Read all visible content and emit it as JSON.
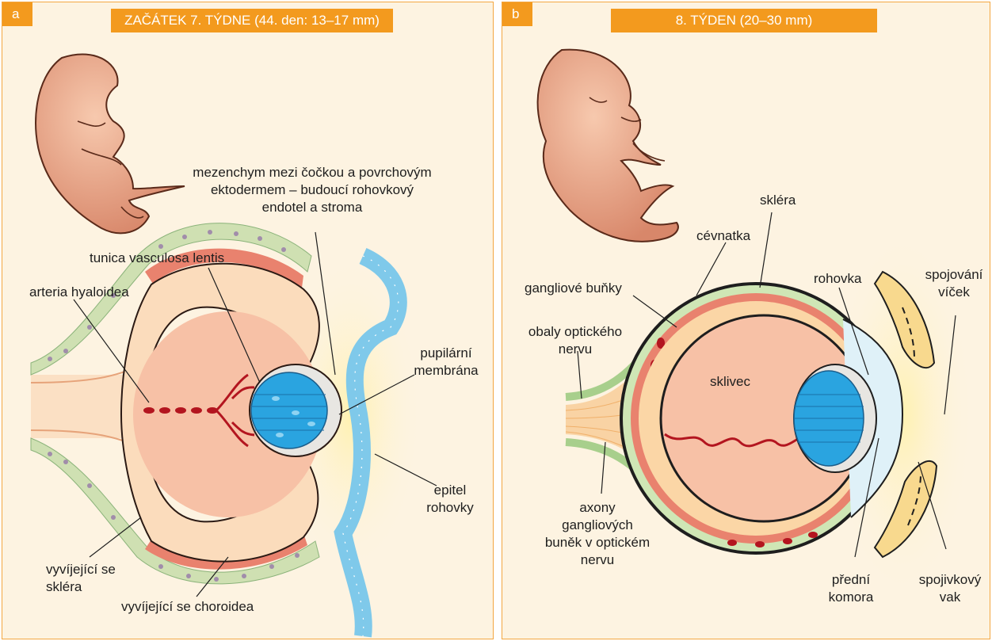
{
  "panel_a": {
    "letter": "a",
    "title": "ZAČÁTEK 7. TÝDNE (44. den: 13–17 mm)",
    "labels": {
      "mesenchyme": "mezenchym mezi čočkou a povrchovým\nektodermem – budoucí rohovkový\nendotel a stroma",
      "tunica": "tunica vasculosa lentis",
      "arteria": "arteria hyaloidea",
      "pupillary": "pupilární\nmembrána",
      "epithelium": "epitel\nrohovky",
      "sclera": "vyvíjející se\nskléra",
      "choroid": "vyvíjející se choroidea"
    }
  },
  "panel_b": {
    "letter": "b",
    "title": "8. TÝDEN (20–30 mm)",
    "labels": {
      "sclera": "skléra",
      "choroid": "cévnatka",
      "ganglion": "gangliové buňky",
      "cornea": "rohovka",
      "conjunctiva": "spojování\nvíček",
      "sheaths": "obaly optického\nnervu",
      "vitreous": "sklivec",
      "axons": "axony\ngangliových\nbuněk v optickém\nnervu",
      "anterior": "přední\nkomora",
      "sac": "spojivkový\nvak"
    }
  },
  "colors": {
    "panel_bg": "#fdf3e1",
    "accent": "#f39a1e",
    "retina": "#f9cfb0",
    "lens": "#2aa4e0",
    "vessel": "#b3151f",
    "sclera_green": "#cfe6b5"
  }
}
